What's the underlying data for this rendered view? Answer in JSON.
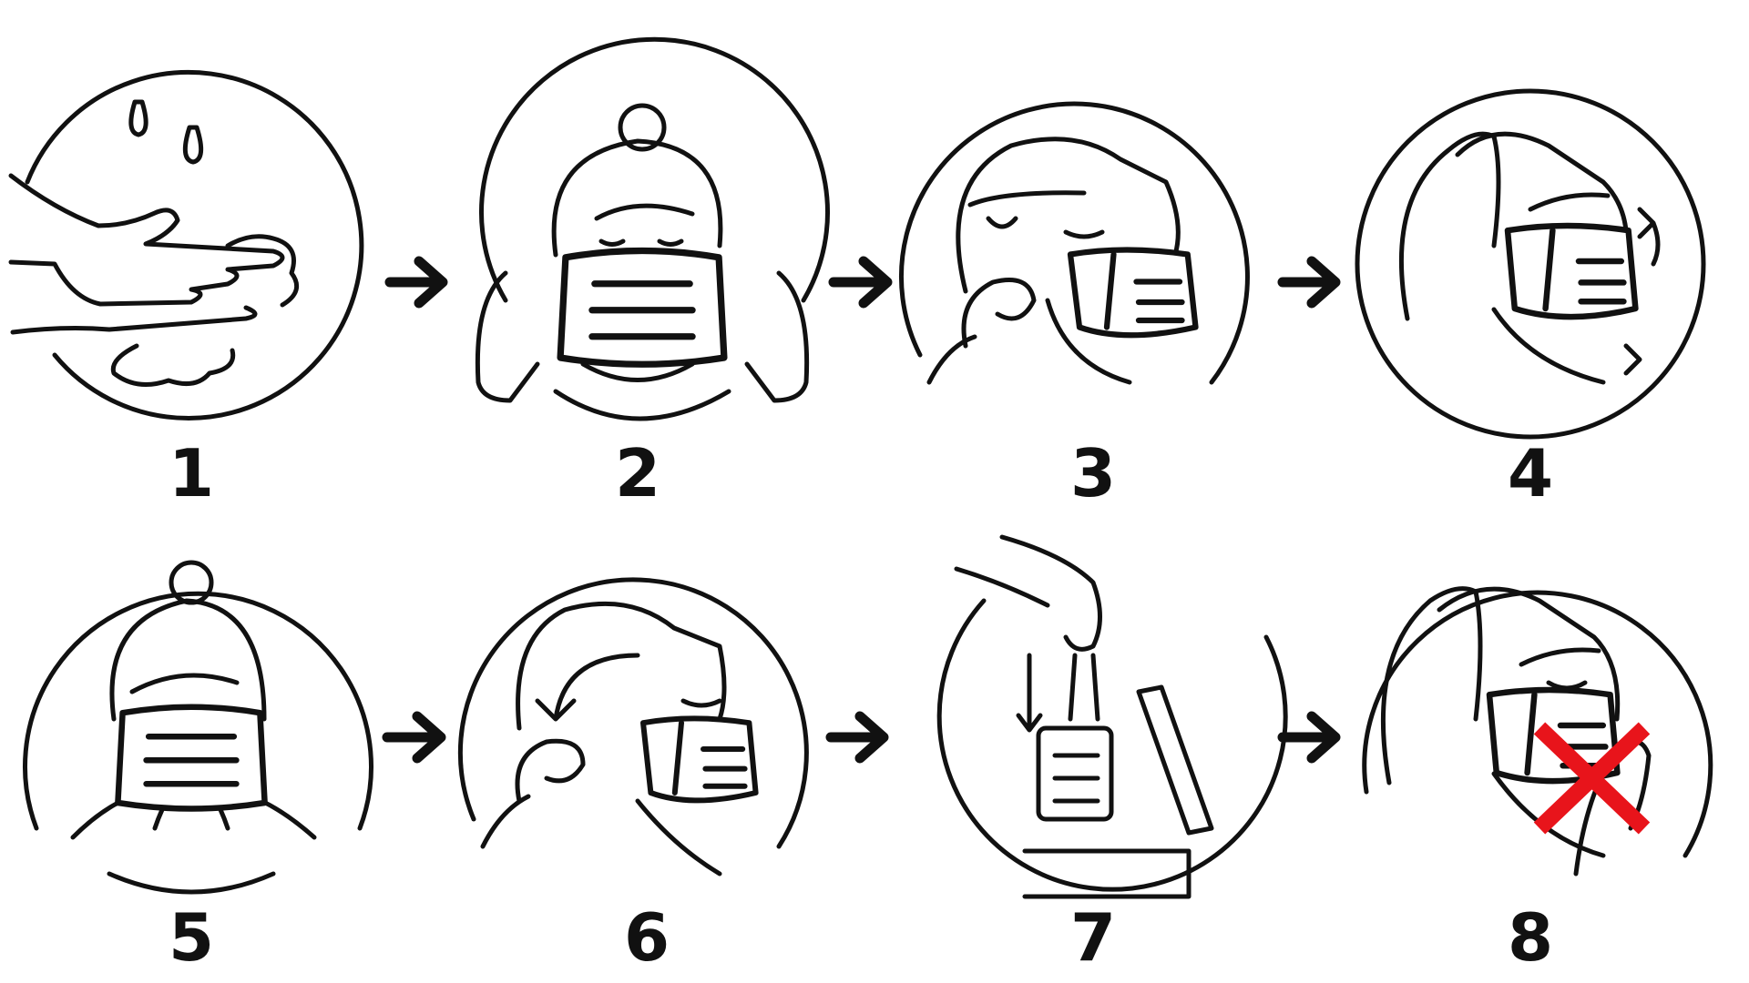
{
  "colors": {
    "line": "#111111",
    "accent": "#e8141b",
    "background": "#ffffff"
  },
  "steps": [
    {
      "label": "1",
      "icon": "hand-washing-icon"
    },
    {
      "label": "2",
      "icon": "hold-mask-icon"
    },
    {
      "label": "3",
      "icon": "ear-loop-icon"
    },
    {
      "label": "4",
      "icon": "adjust-mask-icon"
    },
    {
      "label": "5",
      "icon": "pinch-nose-wire-icon"
    },
    {
      "label": "6",
      "icon": "remove-mask-icon"
    },
    {
      "label": "7",
      "icon": "dispose-mask-icon"
    },
    {
      "label": "8",
      "icon": "do-not-touch-mask-icon"
    }
  ],
  "arrows": [
    {
      "from": "1",
      "to": "2"
    },
    {
      "from": "2",
      "to": "3"
    },
    {
      "from": "3",
      "to": "4"
    },
    {
      "from": "5",
      "to": "6"
    },
    {
      "from": "6",
      "to": "7"
    },
    {
      "from": "7",
      "to": "8"
    }
  ]
}
